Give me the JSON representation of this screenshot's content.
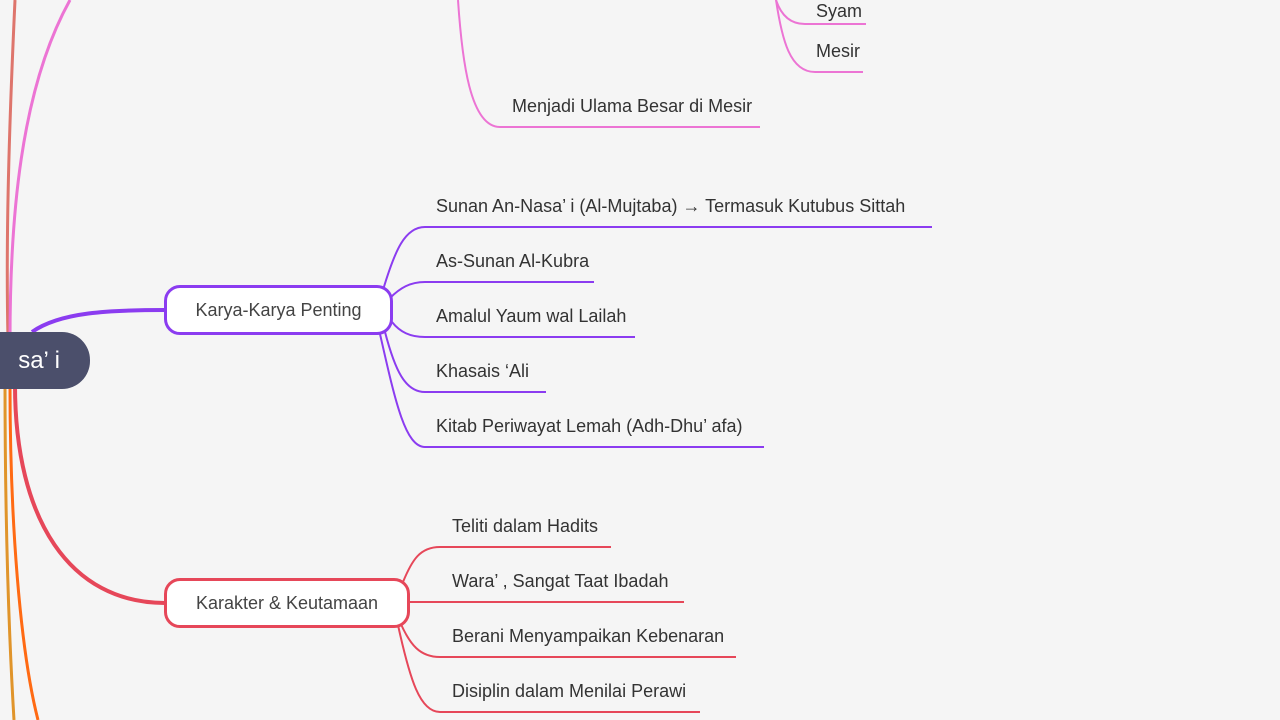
{
  "colors": {
    "background": "#f5f5f5",
    "root": "#4b4f6b",
    "pink": "#ec74d4",
    "purple": "#8b3cf0",
    "red": "#e64759",
    "orange": "#ff6a13",
    "amber": "#e0942a",
    "rose": "#de756c"
  },
  "root": {
    "label": "sa’ i"
  },
  "top_branch": {
    "items": [
      "Syam",
      "Mesir",
      "Menjadi Ulama Besar di Mesir"
    ]
  },
  "karya": {
    "label": "Karya-Karya Penting",
    "children": [
      "Sunan An-Nasa’ i (Al-Mujtaba) → Termasuk Kutubus Sittah",
      "As-Sunan Al-Kubra",
      "Amalul Yaum wal Lailah",
      "Khasais ‘Ali",
      "Kitab Periwayat Lemah (Adh-Dhu’ afa)"
    ]
  },
  "karakter": {
    "label": "Karakter & Keutamaan",
    "children": [
      "Teliti dalam Hadits",
      "Wara’ , Sangat Taat Ibadah",
      "Berani Menyampaikan Kebenaran",
      "Disiplin dalam Menilai Perawi"
    ]
  }
}
